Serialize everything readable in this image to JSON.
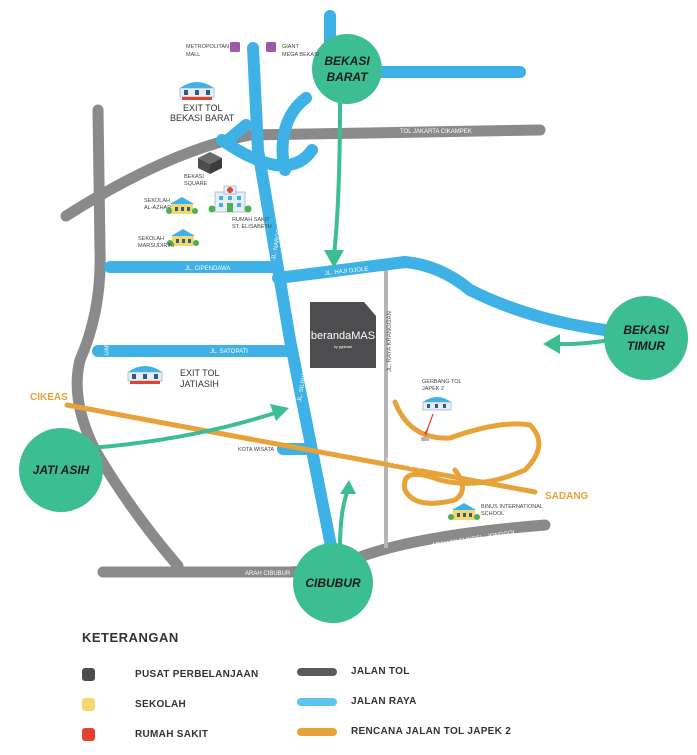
{
  "colors": {
    "toll": "#8a8a8c",
    "road": "#3eb1e6",
    "plan": "#e8a23a",
    "city": "#3cbd92",
    "mall": "#4d4d4f",
    "school": "#f5d76e",
    "hospital": "#e5412f",
    "landmark_purple": "#9b59a6"
  },
  "cities": [
    {
      "name": "BEKASI\nBARAT",
      "line1": "BEKASI",
      "line2": "BARAT"
    },
    {
      "name": "BEKASI TIMUR",
      "line1": "BEKASI",
      "line2": "TIMUR"
    },
    {
      "name": "JATI ASIH",
      "line1": "JATI ASIH"
    },
    {
      "name": "CIBUBUR",
      "line1": "CIBUBUR"
    }
  ],
  "roads": {
    "tol_jakarta_cikampek": "TOL JAKARTA CIKAMPEK",
    "tol_lingkar_luar": "TOL LINGKAR LUAR JAKARTA",
    "jl_cipendawa": "JL. CIPENDAWA",
    "jl_satopati": "JL. SATOPATI",
    "jl_narogong": "JL. NAROGONG",
    "jl_siliwangi": "JL. SILIWANGI",
    "jl_haji_djole": "JL. HAJI DJOLE",
    "jl_raya_kranggan": "JL. RAYA KRANGGAN",
    "tol_japek_2": "TOL JAPEK 2",
    "arah_cileungsi": "ARAH CILEUNGSI - JONGGOL",
    "arah_cibubur": "ARAH CIBUBUR",
    "cikeas": "CIKEAS",
    "sadang": "SADANG"
  },
  "landmarks": {
    "metropolitan_mall_1": "METROPOLITAN",
    "metropolitan_mall_2": "MALL",
    "giant_1": "GIANT",
    "giant_2": "MEGA BEKASI",
    "exit_bekasi_barat_1": "EXIT TOL",
    "exit_bekasi_barat_2": "BEKASI BARAT",
    "bekasi_square_1": "BEKASI",
    "bekasi_square_2": "SQUARE",
    "sekolah_alazhar_1": "SEKOLAH",
    "sekolah_alazhar_2": "AL-AZHAR",
    "rs_elisabeth_1": "RUMAH SAKIT",
    "rs_elisabeth_2": "ST. ELISABETH",
    "sekolah_marsudirini_1": "SEKOLAH",
    "sekolah_marsudirini_2": "MARSUDIRINI",
    "exit_jatiasih_1": "EXIT TOL",
    "exit_jatiasih_2": "JATIASIH",
    "kota_wisata": "KOTA WISATA",
    "gerbang_japek_1": "GERBANG TOL",
    "gerbang_japek_2": "JAPEK 2",
    "binus_1": "BINUS INTERNATIONAL",
    "binus_2": "SCHOOL"
  },
  "brand": {
    "name": "berandaMAS",
    "sub": "by pgnmasi"
  },
  "legend": {
    "title": "KETERANGAN",
    "items_left": [
      {
        "label": "PUSAT PERBELANJAAN",
        "color": "#4d4d4f"
      },
      {
        "label": "SEKOLAH",
        "color": "#f5d76e"
      },
      {
        "label": "RUMAH SAKIT",
        "color": "#e5412f"
      }
    ],
    "items_right": [
      {
        "label": "JALAN TOL",
        "color": "#5b5b5d"
      },
      {
        "label": "JALAN RAYA",
        "color": "#5fc4ef"
      },
      {
        "label": "RENCANA JALAN TOL JAPEK 2",
        "color": "#e8a23a"
      }
    ]
  }
}
